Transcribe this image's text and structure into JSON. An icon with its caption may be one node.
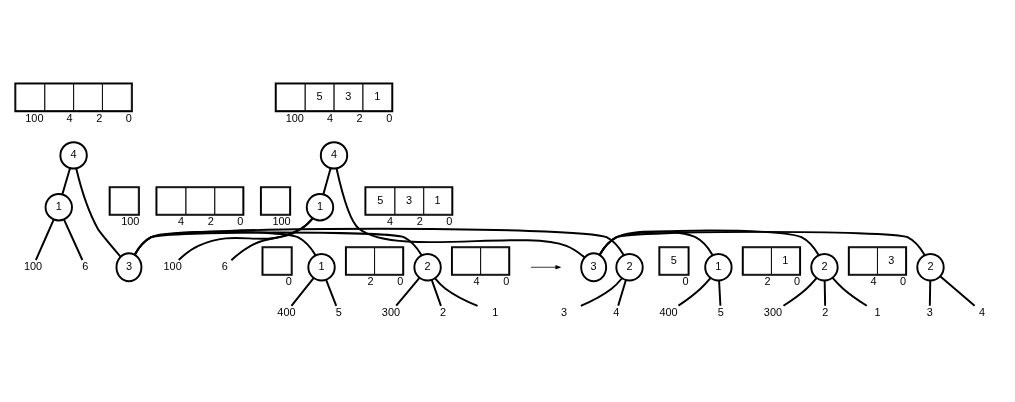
{
  "diagram": {
    "nodes": [
      {
        "text": [],
        "shape": "box",
        "beside": [
          "100",
          "4",
          "2",
          "0"
        ]
      },
      {
        "text": [
          "4"
        ]
      },
      {
        "text": [],
        "shape": "box",
        "beside": [
          "100"
        ]
      },
      {
        "text": [
          "1"
        ]
      },
      {
        "text": [],
        "shape": "box",
        "beside": [
          "4",
          "2",
          "0"
        ]
      },
      {
        "text": [
          "3"
        ]
      },
      {
        "text": [
          "100"
        ]
      },
      {
        "text": [
          "6"
        ]
      },
      {
        "text": [],
        "shape": "box",
        "beside": [
          "0"
        ]
      },
      {
        "text": [
          "1"
        ]
      },
      {
        "text": [],
        "shape": "box",
        "beside": [
          "2",
          "0"
        ]
      },
      {
        "text": [
          "2"
        ]
      },
      {
        "text": [],
        "shape": "box",
        "beside": [
          "4",
          "0"
        ]
      },
      {
        "text": [
          "2"
        ]
      },
      {
        "text": [
          "400"
        ]
      },
      {
        "text": [
          "5"
        ]
      },
      {
        "text": [
          "300"
        ]
      },
      {
        "text": [
          "2"
        ]
      },
      {
        "text": [
          "1"
        ]
      },
      {
        "text": [
          "3"
        ]
      },
      {
        "text": [
          "4"
        ]
      },
      {
        "text": [
          "5",
          "3",
          "1"
        ],
        "beside": [
          "100",
          "4",
          "2",
          "0"
        ]
      },
      {
        "text": [
          "4"
        ]
      },
      {
        "text": [],
        "shape": "box",
        "beside": [
          "100"
        ]
      },
      {
        "text": [
          "1"
        ]
      },
      {
        "text": [
          "5",
          "3",
          "1"
        ],
        "beside": [
          "4",
          "2",
          "0"
        ]
      },
      {
        "text": [
          "3"
        ]
      },
      {
        "text": [
          "100"
        ]
      },
      {
        "text": [
          "6"
        ]
      },
      {
        "text": [
          "5"
        ],
        "beside": [
          "0"
        ]
      },
      {
        "text": [
          "1"
        ]
      },
      {
        "text": [
          "1"
        ],
        "beside": [
          "2",
          "0"
        ]
      },
      {
        "text": [
          "2"
        ]
      },
      {
        "text": [
          "3"
        ],
        "beside": [
          "4",
          "0"
        ]
      },
      {
        "text": [
          "2"
        ]
      },
      {
        "text": [
          "400"
        ]
      },
      {
        "text": [
          "5"
        ]
      },
      {
        "text": [
          "300"
        ]
      },
      {
        "text": [
          "2"
        ]
      },
      {
        "text": [
          "1"
        ]
      },
      {
        "text": [
          "3"
        ]
      },
      {
        "text": [
          "4"
        ]
      }
    ],
    "edges": [
      {
        "from": 1,
        "to": 3,
        "arrow": "none"
      },
      {
        "from": 1,
        "to": 5,
        "arrow": "none"
      },
      {
        "from": 3,
        "to": 6,
        "arrow": "none"
      },
      {
        "from": 3,
        "to": 7,
        "arrow": "none"
      },
      {
        "from": 5,
        "to": 9,
        "arrow": "none"
      },
      {
        "from": 5,
        "to": 11,
        "arrow": "none"
      },
      {
        "from": 5,
        "to": 13,
        "arrow": "none"
      },
      {
        "from": 9,
        "to": 14,
        "arrow": "none"
      },
      {
        "from": 9,
        "to": 15,
        "arrow": "none"
      },
      {
        "from": 11,
        "to": 16,
        "arrow": "none"
      },
      {
        "from": 11,
        "to": 17,
        "arrow": "none"
      },
      {
        "from": 11,
        "to": 18,
        "arrow": "none"
      },
      {
        "from": 13,
        "to": 19,
        "arrow": "none"
      },
      {
        "from": 13,
        "to": 20,
        "arrow": "none"
      },
      {
        "from": 22,
        "to": 24,
        "arrow": "none"
      },
      {
        "from": 22,
        "to": 26,
        "arrow": "none"
      },
      {
        "from": 24,
        "to": 27,
        "arrow": "none"
      },
      {
        "from": 24,
        "to": 28,
        "arrow": "none"
      },
      {
        "from": 26,
        "to": 30,
        "arrow": "none"
      },
      {
        "from": 26,
        "to": 32,
        "arrow": "none"
      },
      {
        "from": 26,
        "to": 34,
        "arrow": "none"
      },
      {
        "from": 30,
        "to": 35,
        "arrow": "none"
      },
      {
        "from": 30,
        "to": 36,
        "arrow": "none"
      },
      {
        "from": 32,
        "to": 37,
        "arrow": "none"
      },
      {
        "from": 32,
        "to": 38,
        "arrow": "none"
      },
      {
        "from": 32,
        "to": 39,
        "arrow": "none"
      },
      {
        "from": 34,
        "to": 40,
        "arrow": "none"
      },
      {
        "from": 34,
        "to": 41,
        "arrow": "none"
      }
    ]
  }
}
